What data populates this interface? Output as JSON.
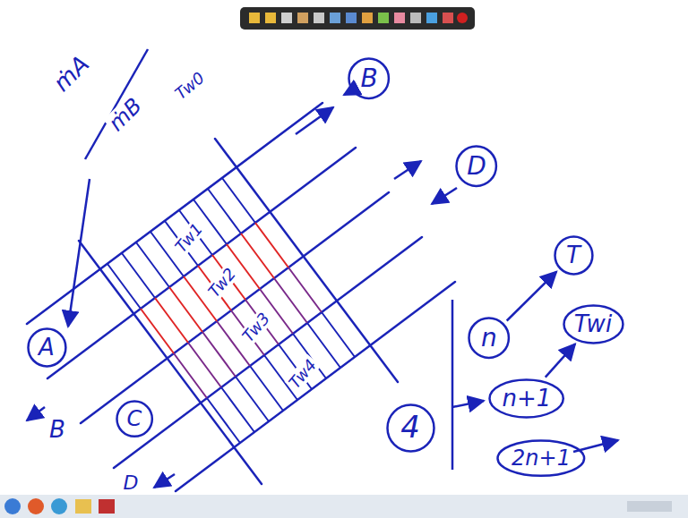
{
  "diagram": {
    "nodes": [
      {
        "text": [
          "A"
        ]
      },
      {
        "text": [
          "B"
        ]
      },
      {
        "text": [
          "C"
        ]
      },
      {
        "text": [
          "D"
        ]
      },
      {
        "text": [
          "T"
        ]
      },
      {
        "text": [
          "n"
        ]
      },
      {
        "text": [
          "Twi"
        ]
      },
      {
        "text": [
          "4"
        ]
      },
      {
        "text": [
          "n+1"
        ]
      },
      {
        "text": [
          "2n+1"
        ]
      }
    ],
    "edges": [
      {
        "from": 5,
        "to": 4,
        "arrow": "to"
      },
      {
        "from": 8,
        "to": 6,
        "arrow": "to"
      }
    ],
    "labels": [
      "ṁA",
      "ṁB",
      "Tw0",
      "Tw1",
      "Tw2",
      "Tw3",
      "Tw4",
      "B",
      "D"
    ]
  }
}
